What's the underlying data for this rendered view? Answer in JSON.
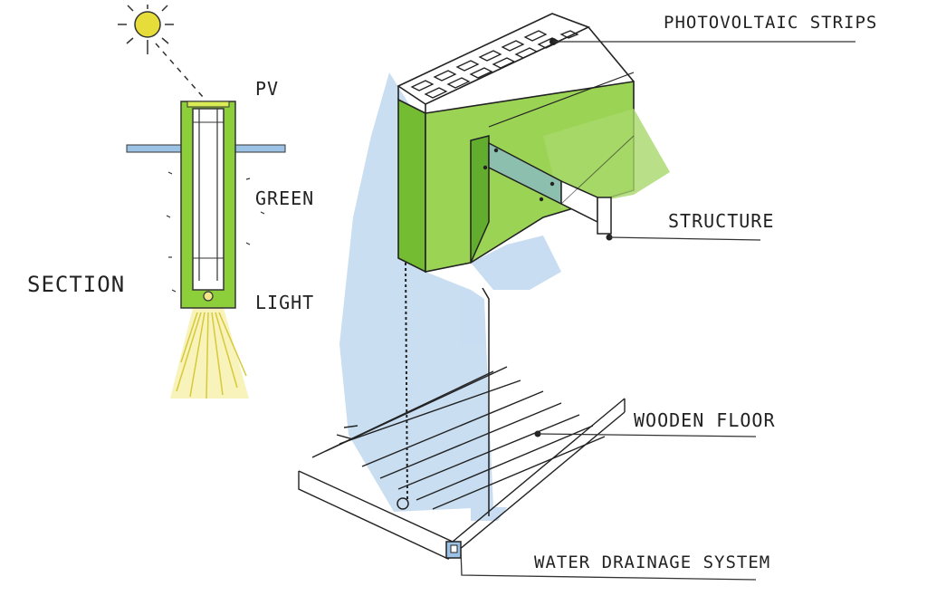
{
  "section_labels": {
    "pv": "PV",
    "green": "GREEN",
    "section": "SECTION",
    "light": "LIGHT"
  },
  "callouts": {
    "photovoltaic": "PHOTOVOLTAIC STRIPS",
    "structure": "STRUCTURE",
    "wooden_floor": "WOODEN FLOOR",
    "water_drainage": "WATER DRAINAGE SYSTEM"
  },
  "colors": {
    "ink": "#222222",
    "green": "#8ccf3a",
    "dark_green": "#5aa82a",
    "blue_wash": "#9cc3e6",
    "sun_yellow": "#e6dc3a",
    "light_rays": "#efe57a"
  }
}
